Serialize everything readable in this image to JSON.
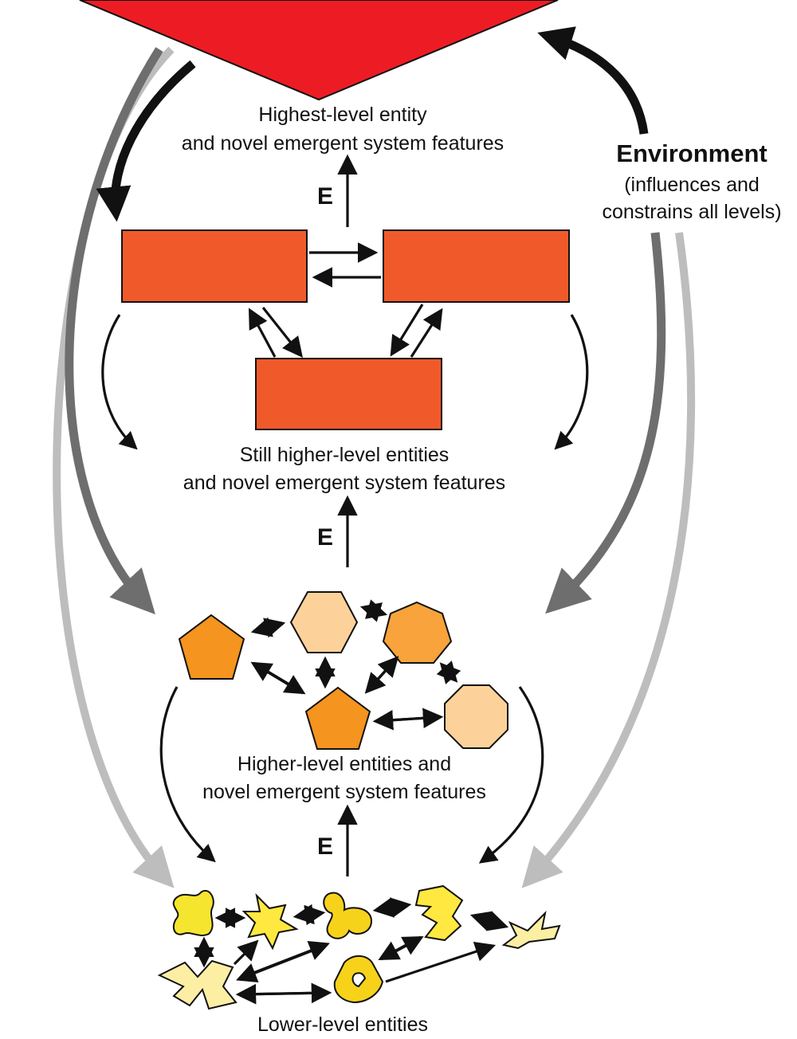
{
  "levels": {
    "highest": {
      "line1": "Highest-level entity",
      "line2": "and novel emergent system features"
    },
    "still_higher": {
      "line1": "Still higher-level entities",
      "line2": "and novel emergent system features"
    },
    "higher": {
      "line1": "Higher-level entities and",
      "line2": "novel emergent system features"
    },
    "lower": {
      "line1": "Lower-level entities"
    }
  },
  "emergence_label": "E",
  "environment": {
    "title": "Environment",
    "line1": "(influences and",
    "line2": "constrains all levels)"
  },
  "colors": {
    "top_triangle": "#ED1C24",
    "rectangles": "#F05A2A",
    "mid_orange": "#F5941E",
    "mid_peach": "#FDD29A",
    "low_yellow": "#F6E52E",
    "low_pale": "#FCEFA4",
    "arrow_black": "#111111",
    "arrow_dark_gray": "#6E6E6F",
    "arrow_light_gray": "#BDBDBD"
  }
}
